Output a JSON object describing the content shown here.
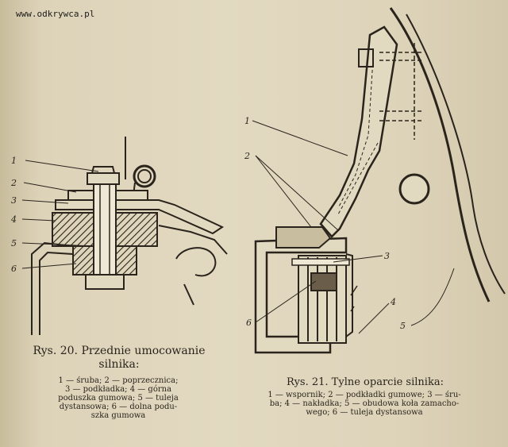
{
  "watermark": "www.odkrywca.pl",
  "figure20": {
    "caption_title_line1": "Rys. 20. Przednie umocowanie",
    "caption_title_line2": "silnika:",
    "legend": [
      "1 — śruba; 2 — poprzecznica;",
      "3 — podkładka; 4 — górna",
      "poduszka gumowa; 5 — tuleja",
      "dystansowa; 6 — dolna podu-",
      "szka gumowa"
    ],
    "labels": [
      "1",
      "2",
      "3",
      "4",
      "5",
      "6"
    ]
  },
  "figure21": {
    "caption_title": "Rys. 21. Tylne oparcie silnika:",
    "legend": [
      "1 — wspornik; 2 — podkładki gumowe; 3 — śru-",
      "ba; 4 — nakładka; 5 — obudowa koła zamacho-",
      "wego; 6 — tuleja dystansowa"
    ],
    "labels": [
      "1",
      "2",
      "3",
      "4",
      "5",
      "6"
    ]
  }
}
